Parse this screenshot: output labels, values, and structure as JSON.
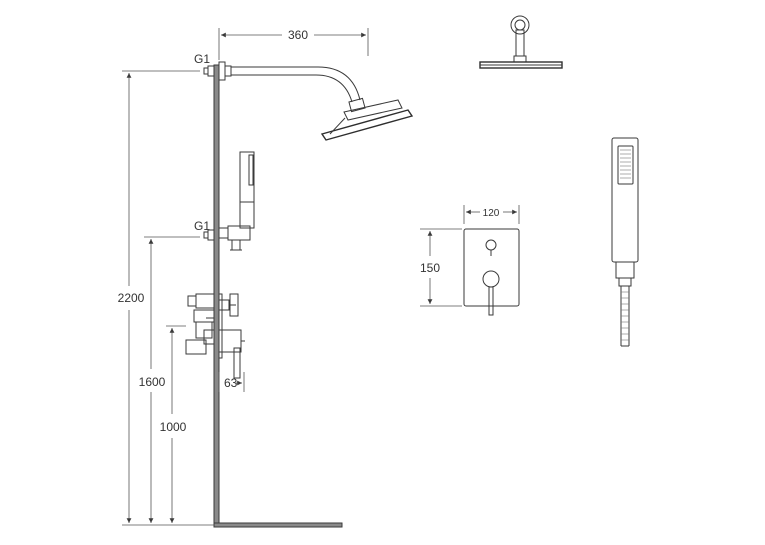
{
  "colors": {
    "line": "#3a3a3a",
    "wall_fill": "#8a8a8a",
    "background": "#ffffff"
  },
  "dimensions": {
    "arm_reach": "360",
    "total_height": "2200",
    "outlet_height": "1600",
    "valve_height": "1000",
    "valve_projection": "63",
    "plate_width": "120",
    "plate_height": "150"
  },
  "connections": {
    "top_thread": "G1",
    "outlet_thread": "G1"
  }
}
